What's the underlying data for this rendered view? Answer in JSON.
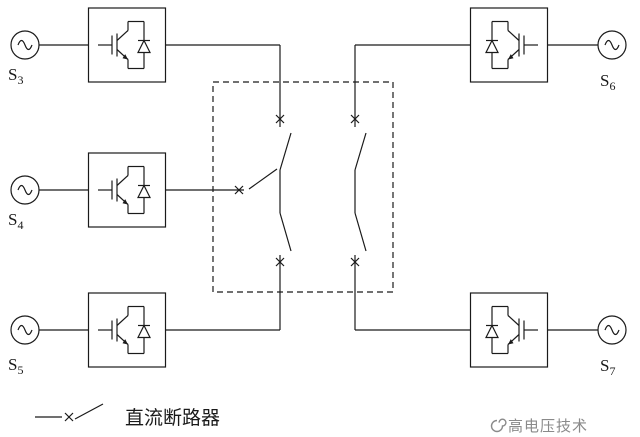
{
  "diagram": {
    "sources": [
      {
        "base": "S",
        "sub": "3"
      },
      {
        "base": "S",
        "sub": "4"
      },
      {
        "base": "S",
        "sub": "5"
      },
      {
        "base": "S",
        "sub": "6"
      },
      {
        "base": "S",
        "sub": "7"
      }
    ],
    "legend_label": "直流断路器",
    "watermark": "高电压技术",
    "colors": {
      "line": "#1a1a1a",
      "watermark": "#8a8a8a",
      "background": "#ffffff"
    }
  }
}
